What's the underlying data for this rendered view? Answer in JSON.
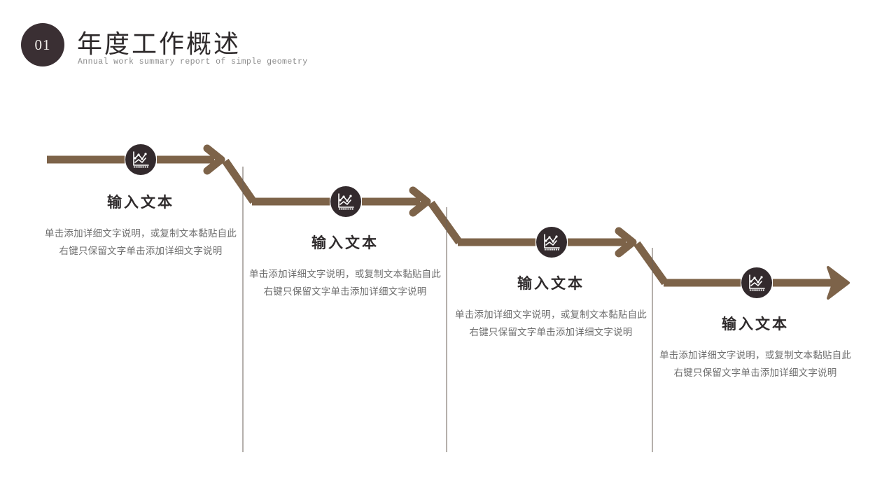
{
  "header": {
    "badge_number": "01",
    "title": "年度工作概述",
    "subtitle": "Annual work summary report of simple geometry"
  },
  "theme": {
    "arrow_color": "#7d6349",
    "icon_circle_color": "#332a2d",
    "badge_color": "#3a2f33",
    "divider_color": "#6b6259",
    "title_color": "#2f2b2c",
    "body_text_color": "#6e6e6e",
    "background": "#ffffff"
  },
  "flow": {
    "icon_name": "line-chart-icon",
    "steps": [
      {
        "id": "step-1",
        "title": "输入文本",
        "description": "单击添加详细文字说明，或复制文本黏贴自此右键只保留文字单击添加详细文字说明"
      },
      {
        "id": "step-2",
        "title": "输入文本",
        "description": "单击添加详细文字说明，或复制文本黏贴自此右键只保留文字单击添加详细文字说明"
      },
      {
        "id": "step-3",
        "title": "输入文本",
        "description": "单击添加详细文字说明，或复制文本黏贴自此右键只保留文字单击添加详细文字说明"
      },
      {
        "id": "step-4",
        "title": "输入文本",
        "description": "单击添加详细文字说明，或复制文本黏贴自此右键只保留文字单击添加详细文字说明"
      }
    ]
  }
}
